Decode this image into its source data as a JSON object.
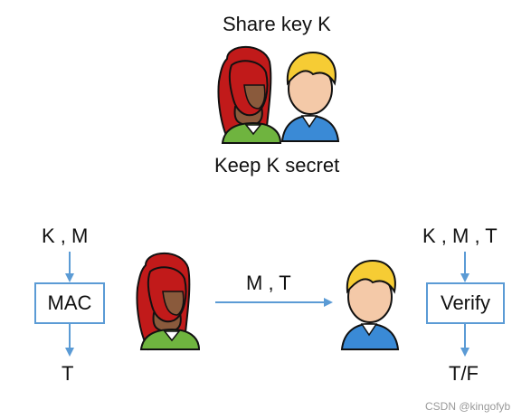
{
  "top": {
    "title": "Share key K",
    "subtitle": "Keep K secret"
  },
  "sender": {
    "input": "K , M",
    "box_label": "MAC",
    "output": "T"
  },
  "channel": {
    "label": "M , T"
  },
  "receiver": {
    "input": "K , M , T",
    "box_label": "Verify",
    "output": "T/F"
  },
  "watermark": "CSDN @kingofyb",
  "colors": {
    "arrow": "#5b9bd5",
    "hair_red": "#c11a1a",
    "hair_blond": "#f6cc34",
    "skin_dark": "#8a5a3c",
    "skin_light": "#f4c9a8",
    "shirt_green": "#6fb43f",
    "shirt_blue": "#3a8ad6"
  }
}
